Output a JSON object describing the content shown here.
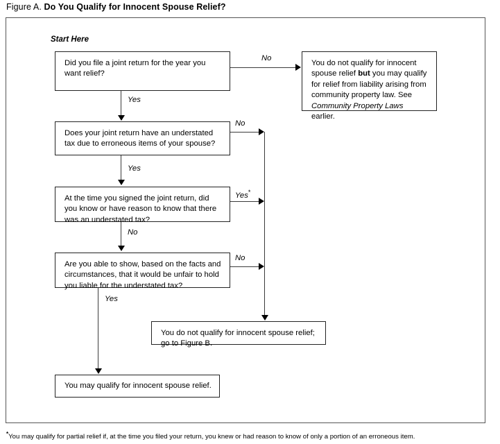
{
  "caption": {
    "lead": "Figure A.",
    "title": "Do You Qualify for Innocent Spouse Relief?"
  },
  "flowchart": {
    "start_label": "Start Here",
    "nodes": {
      "q1": {
        "id": "q1",
        "kind": "decision",
        "text": "Did you file a joint return for the year you want relief?"
      },
      "q2": {
        "id": "q2",
        "kind": "decision",
        "text": "Does your joint return have an understated tax due to erroneous items of your spouse?"
      },
      "q3": {
        "id": "q3",
        "kind": "decision",
        "text": "At the time you signed the joint return, did you know or have reason to know that there was an understated tax?"
      },
      "q4": {
        "id": "q4",
        "kind": "decision",
        "text": "Are you able to show, based on the facts and circumstances, that it would be unfair to hold you liable for the understated tax?"
      },
      "community_property": {
        "id": "community_property",
        "kind": "terminal",
        "segments": [
          {
            "text": "You do not qualify for innocent spouse relief ",
            "style": "normal"
          },
          {
            "text": "but",
            "style": "bold"
          },
          {
            "text": " you may qualify for relief from liability arising from community property law. See ",
            "style": "normal"
          },
          {
            "text": "Community Property Laws",
            "style": "italic"
          },
          {
            "text": " earlier.",
            "style": "normal"
          }
        ]
      },
      "figure_b": {
        "id": "figure_b",
        "kind": "terminal",
        "text": "You do not qualify for innocent spouse relief; go to Figure B."
      },
      "qualify": {
        "id": "qualify",
        "kind": "terminal",
        "text": "You may qualify for innocent spouse relief."
      }
    },
    "edges": [
      {
        "from": "q1",
        "to": "community_property",
        "label": "No",
        "marker": "",
        "dir": "right"
      },
      {
        "from": "q1",
        "to": "q2",
        "label": "Yes",
        "marker": "",
        "dir": "down"
      },
      {
        "from": "q2",
        "to": "figure_b",
        "label": "No",
        "marker": "",
        "dir": "right"
      },
      {
        "from": "q2",
        "to": "q3",
        "label": "Yes",
        "marker": "",
        "dir": "down"
      },
      {
        "from": "q3",
        "to": "figure_b",
        "label": "Yes",
        "marker": "*",
        "dir": "right"
      },
      {
        "from": "q3",
        "to": "q4",
        "label": "No",
        "marker": "",
        "dir": "down"
      },
      {
        "from": "q4",
        "to": "figure_b",
        "label": "No",
        "marker": "",
        "dir": "right"
      },
      {
        "from": "q4",
        "to": "qualify",
        "label": "Yes",
        "marker": "",
        "dir": "down"
      }
    ]
  },
  "footnote": {
    "marker": "*",
    "text": "You may qualify for partial relief if, at the time you filed your return, you knew or had reason to know of only a portion of an erroneous item."
  }
}
